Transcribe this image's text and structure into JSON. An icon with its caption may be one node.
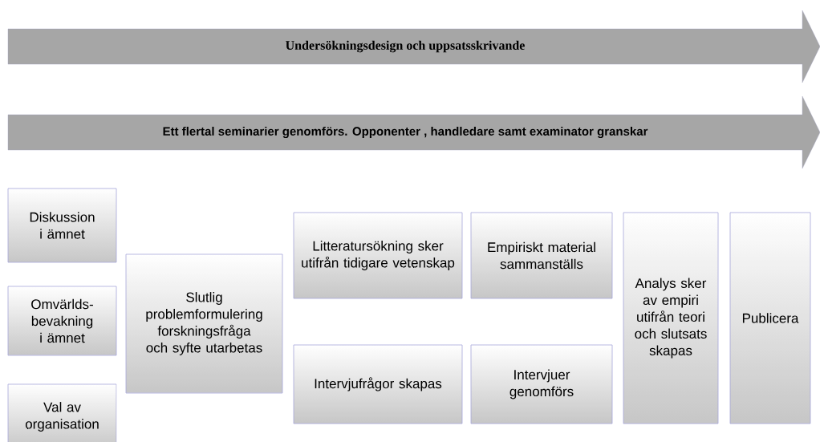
{
  "diagram": {
    "nodes": [
      {
        "text": [
          "Undersökningsdesign och uppsatsskrivande"
        ]
      },
      {
        "text": [
          "Ett flertal seminarier genomförs. Opponenter , handledare samt examinator granskar"
        ]
      },
      {
        "text": [
          "Diskussion i ämnet"
        ]
      },
      {
        "text": [
          "Omvärlds- bevakning i ämnet"
        ]
      },
      {
        "text": [
          "Val av organisation"
        ]
      },
      {
        "text": [
          "Slutlig problemformulering forskningsfråga och syfte utarbetas"
        ]
      },
      {
        "text": [
          "Litteratursökning sker utifrån tidigare vetenskap"
        ]
      },
      {
        "text": [
          "Intervjufrågor skapas"
        ]
      },
      {
        "text": [
          "Empiriskt material sammanställs"
        ]
      },
      {
        "text": [
          "Intervjuer genomförs"
        ]
      },
      {
        "text": [
          "Analys sker av empiri utifrån teori och slutsats skapas"
        ]
      },
      {
        "text": [
          "Publicera"
        ]
      }
    ]
  }
}
